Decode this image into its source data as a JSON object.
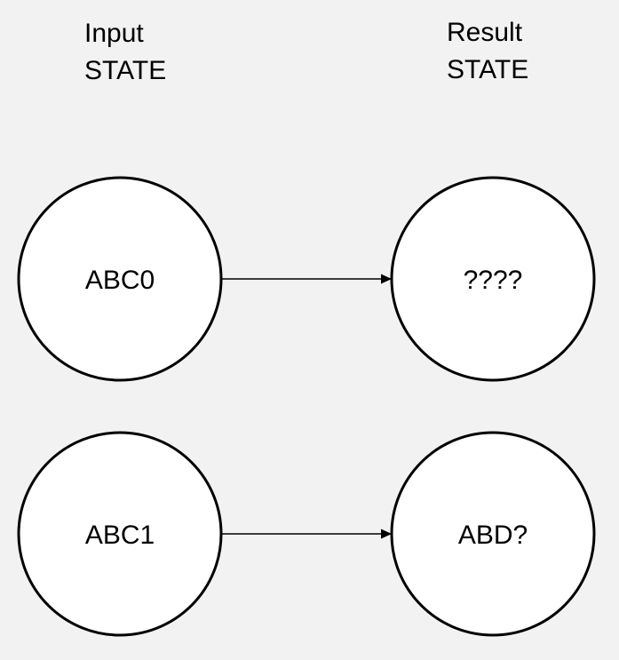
{
  "headers": {
    "input_line1": "Input",
    "input_line2": "STATE",
    "result_line1": "Result",
    "result_line2": "STATE"
  },
  "rows": [
    {
      "input": "ABC0",
      "result": "????"
    },
    {
      "input": "ABC1",
      "result": "ABD?"
    }
  ]
}
